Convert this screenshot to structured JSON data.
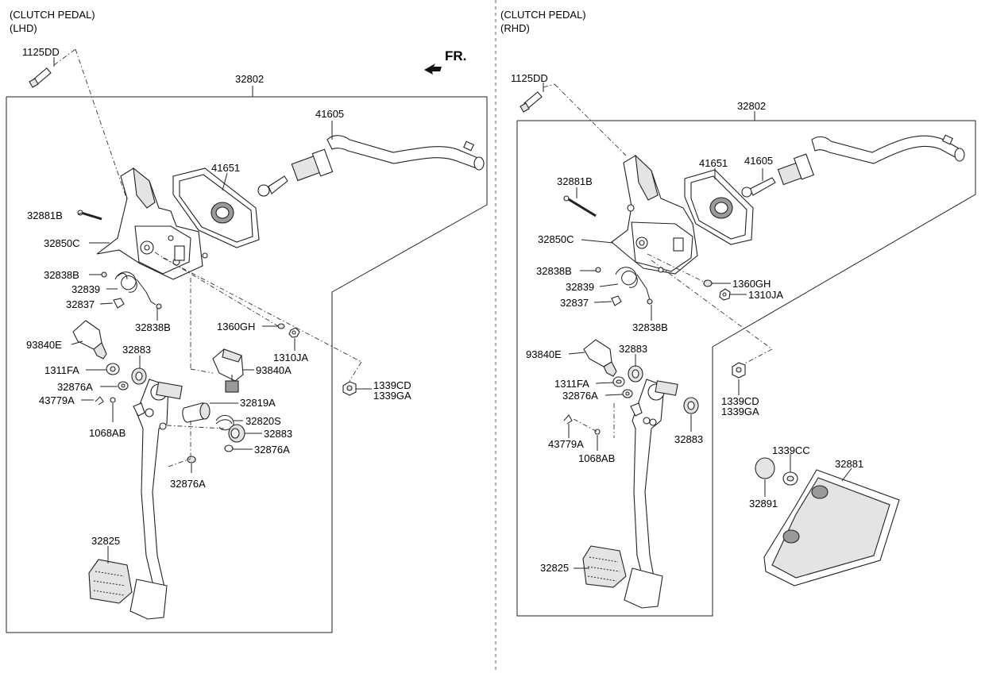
{
  "headers": {
    "lhd_line1": "(CLUTCH PEDAL)",
    "lhd_line2": "(LHD)",
    "rhd_line1": "(CLUTCH PEDAL)",
    "rhd_line2": "(RHD)"
  },
  "front_marker": "FR.",
  "lhd_labels": {
    "l_1125DD": "1125DD",
    "l_32802": "32802",
    "l_41605": "41605",
    "l_41651": "41651",
    "l_32881B": "32881B",
    "l_32850C": "32850C",
    "l_32838B_a": "32838B",
    "l_32839": "32839",
    "l_32837": "32837",
    "l_32838B_b": "32838B",
    "l_1360GH": "1360GH",
    "l_1310JA": "1310JA",
    "l_93840E": "93840E",
    "l_32883_a": "32883",
    "l_1311FA": "1311FA",
    "l_32876A_a": "32876A",
    "l_43779A": "43779A",
    "l_1068AB": "1068AB",
    "l_93840A": "93840A",
    "l_1339CD": "1339CD",
    "l_1339GA": "1339GA",
    "l_32819A": "32819A",
    "l_32820S": "32820S",
    "l_32883_b": "32883",
    "l_32876A_b": "32876A",
    "l_32876A_c": "32876A",
    "l_32825": "32825"
  },
  "rhd_labels": {
    "l_1125DD": "1125DD",
    "l_32802": "32802",
    "l_41651": "41651",
    "l_41605": "41605",
    "l_32881B": "32881B",
    "l_32850C": "32850C",
    "l_32838B_a": "32838B",
    "l_32839": "32839",
    "l_32837": "32837",
    "l_1360GH": "1360GH",
    "l_1310JA": "1310JA",
    "l_32838B_b": "32838B",
    "l_93840E": "93840E",
    "l_32883_a": "32883",
    "l_1311FA": "1311FA",
    "l_32876A": "32876A",
    "l_32883_b": "32883",
    "l_43779A": "43779A",
    "l_1068AB": "1068AB",
    "l_1339CD": "1339CD",
    "l_1339GA": "1339GA",
    "l_1339CC": "1339CC",
    "l_32881": "32881",
    "l_32891": "32891",
    "l_32825": "32825"
  }
}
